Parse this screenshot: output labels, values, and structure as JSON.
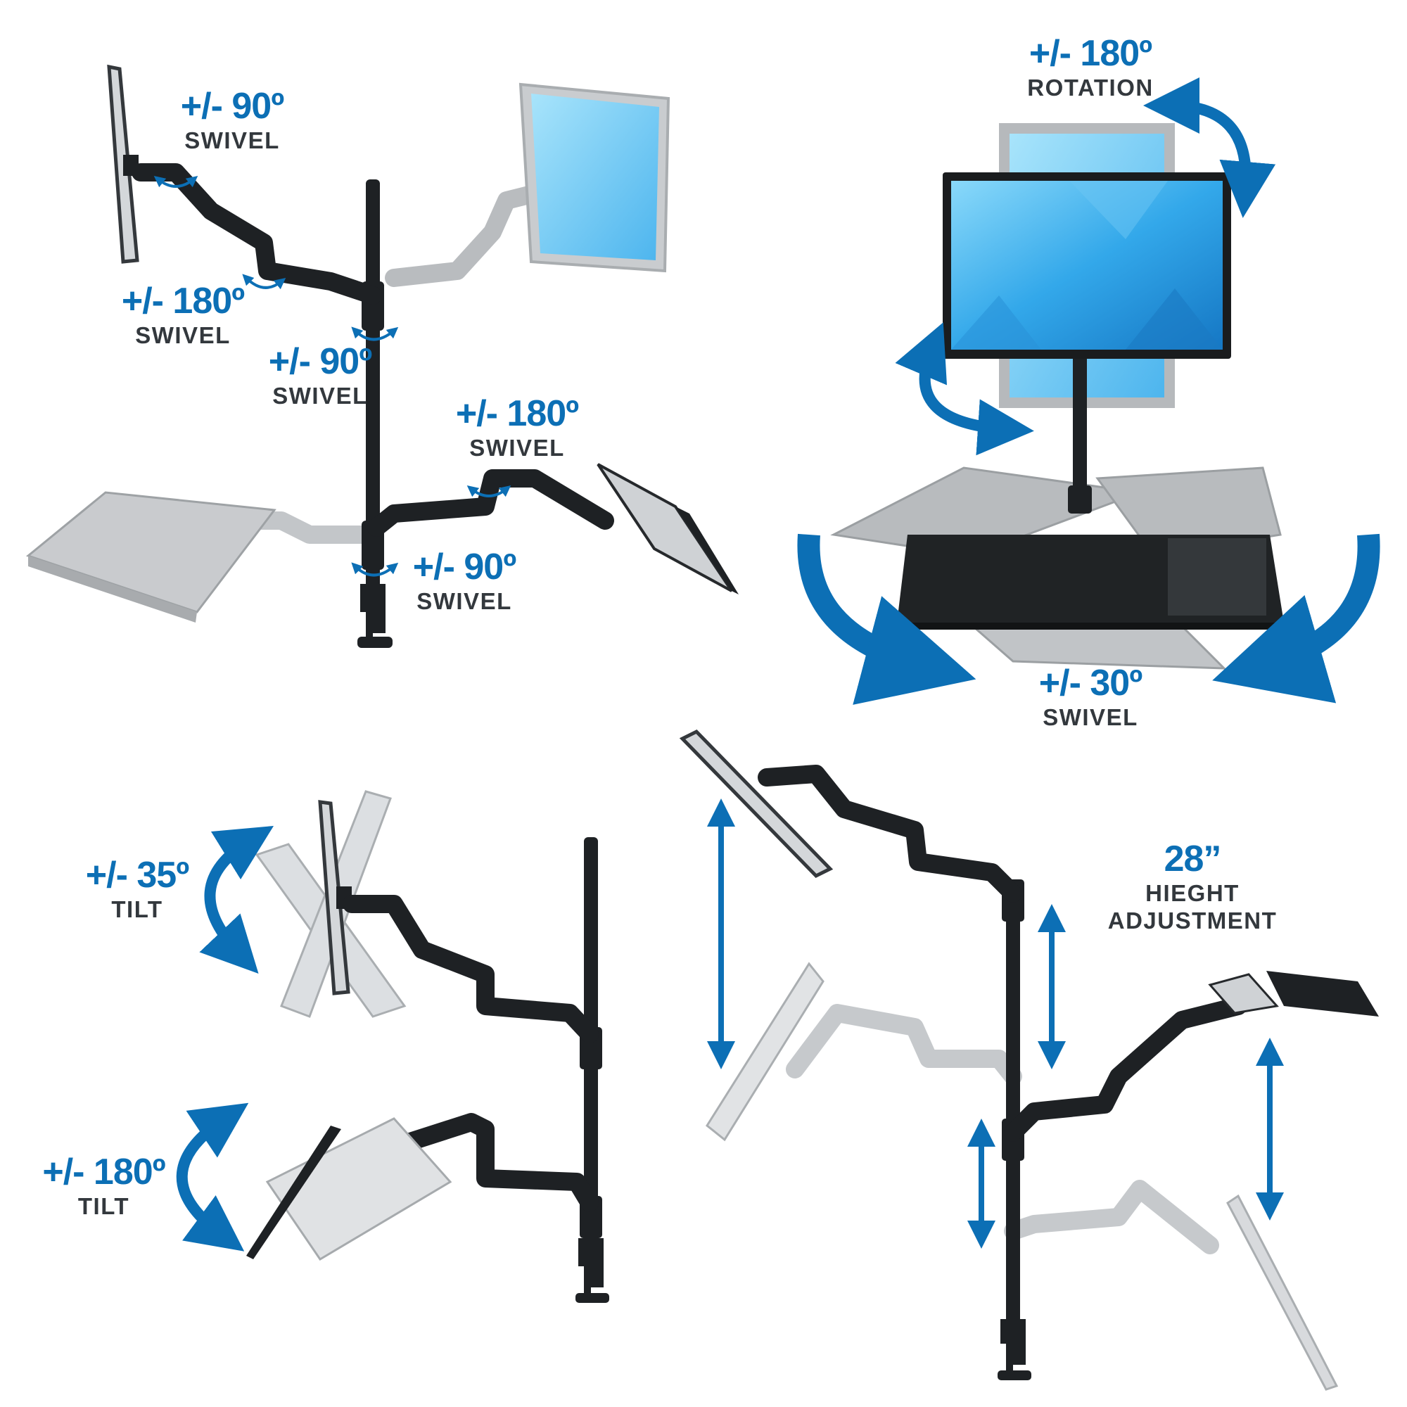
{
  "colors": {
    "accent": "#0c6fb5",
    "label": "#33383d",
    "arm": "#1e2124",
    "ghost": "#b9bcbf",
    "screen": "#2fa6e8",
    "screen_light": "#7fd3f7"
  },
  "labels": {
    "tl_monitor_swivel": {
      "degrees": "+/- 90º",
      "word": "SWIVEL"
    },
    "tl_arm_swivel": {
      "degrees": "+/- 180º",
      "word": "SWIVEL"
    },
    "tl_pole_swivel": {
      "degrees": "+/- 90º",
      "word": "SWIVEL"
    },
    "tl_keyboard_arm_swivel": {
      "degrees": "+/- 180º",
      "word": "SWIVEL"
    },
    "tl_base_swivel": {
      "degrees": "+/- 90º",
      "word": "SWIVEL"
    },
    "tr_rotation": {
      "degrees": "+/- 180º",
      "word": "ROTATION"
    },
    "tr_tray_swivel": {
      "degrees": "+/- 30º",
      "word": "SWIVEL"
    },
    "bl_monitor_tilt": {
      "degrees": "+/- 35º",
      "word": "TILT"
    },
    "bl_tray_tilt": {
      "degrees": "+/- 180º",
      "word": "TILT"
    },
    "br_height": {
      "degrees": "28”",
      "line1": "HIEGHT",
      "line2": "ADJUSTMENT"
    }
  },
  "icons": [
    "swivel-arrow-icon",
    "rotation-arrow-icon",
    "tilt-arrow-icon",
    "height-arrow-icon"
  ]
}
